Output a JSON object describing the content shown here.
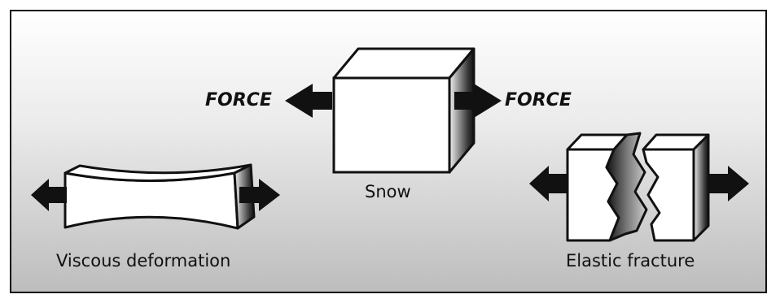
{
  "labels": {
    "force_left": "FORCE",
    "force_right": "FORCE",
    "snow": "Snow",
    "viscous": "Viscous deformation",
    "elastic": "Elastic fracture"
  }
}
